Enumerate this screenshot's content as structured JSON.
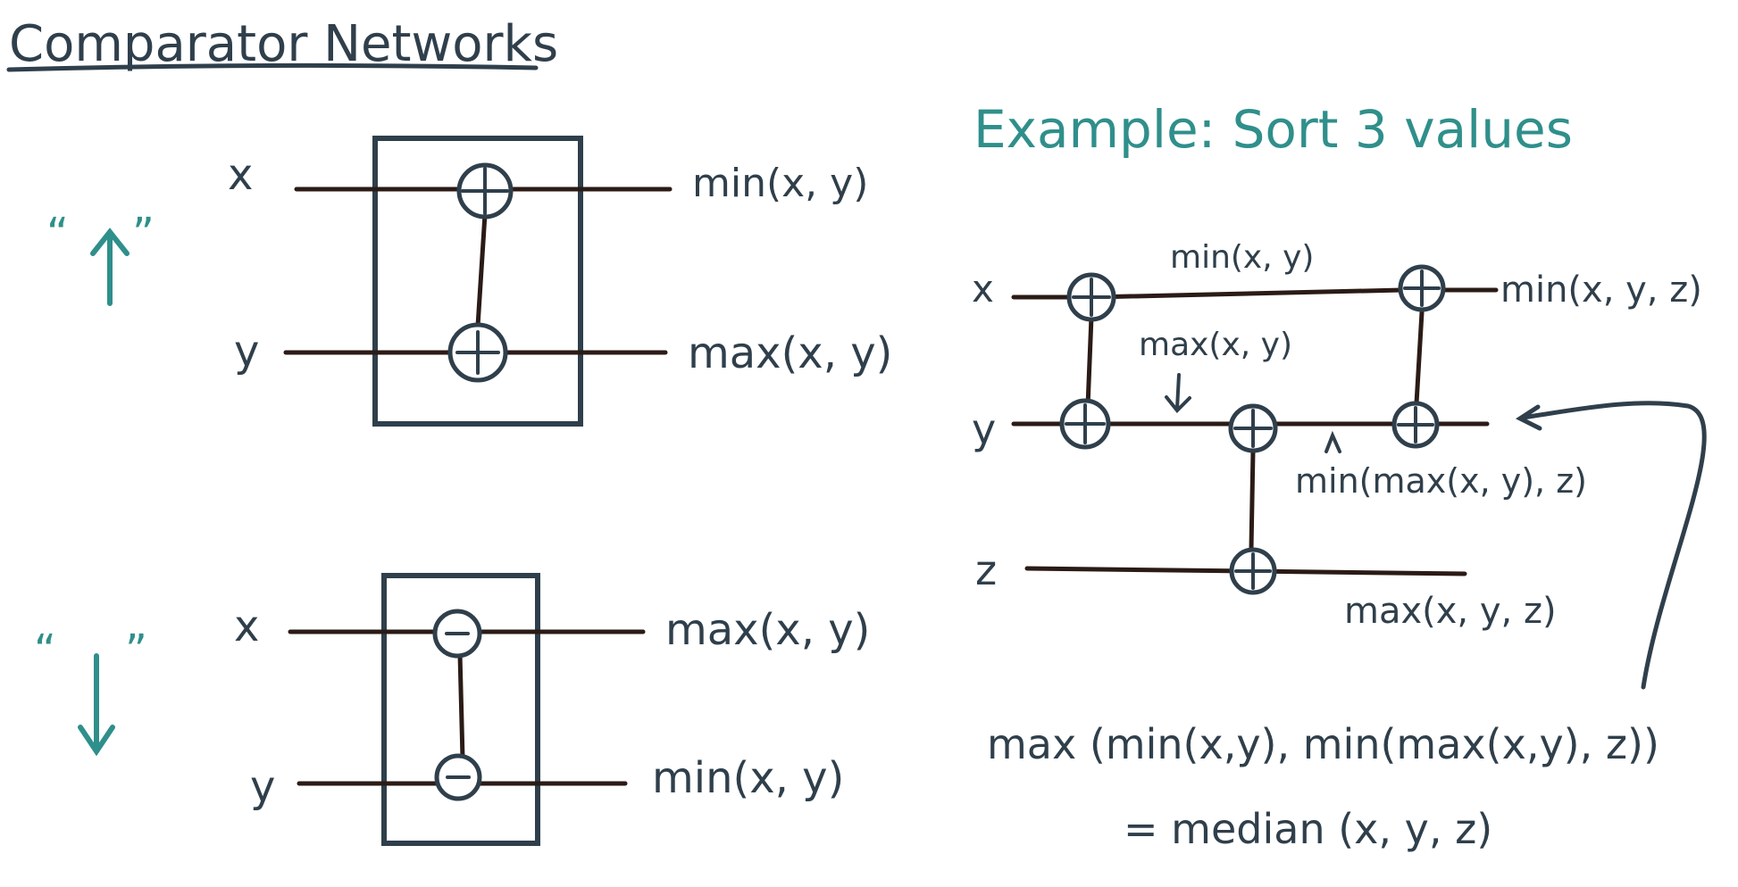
{
  "title": "Comparator Networks",
  "up": {
    "quote_open": "“",
    "quote_close": "”",
    "input_x": "x",
    "input_y": "y",
    "output_top": "min(x, y)",
    "output_bottom": "max(x, y)"
  },
  "down": {
    "quote_open": "“",
    "quote_close": "”",
    "input_x": "x",
    "input_y": "y",
    "output_top": "max(x, y)",
    "output_bottom": "min(x, y)"
  },
  "example": {
    "heading": "Example: Sort 3 values",
    "input_x": "x",
    "input_y": "y",
    "input_z": "z",
    "label_min_xy": "min(x, y)",
    "label_max_xy": "max(x, y)",
    "label_min_xyz": "min(x, y, z)",
    "label_min_max": "min(max(x, y), z)",
    "label_max_xyz": "max(x, y, z)",
    "formula_line1": "max (min(x,y), min(max(x,y), z))",
    "formula_line2": "= median (x, y, z)"
  }
}
